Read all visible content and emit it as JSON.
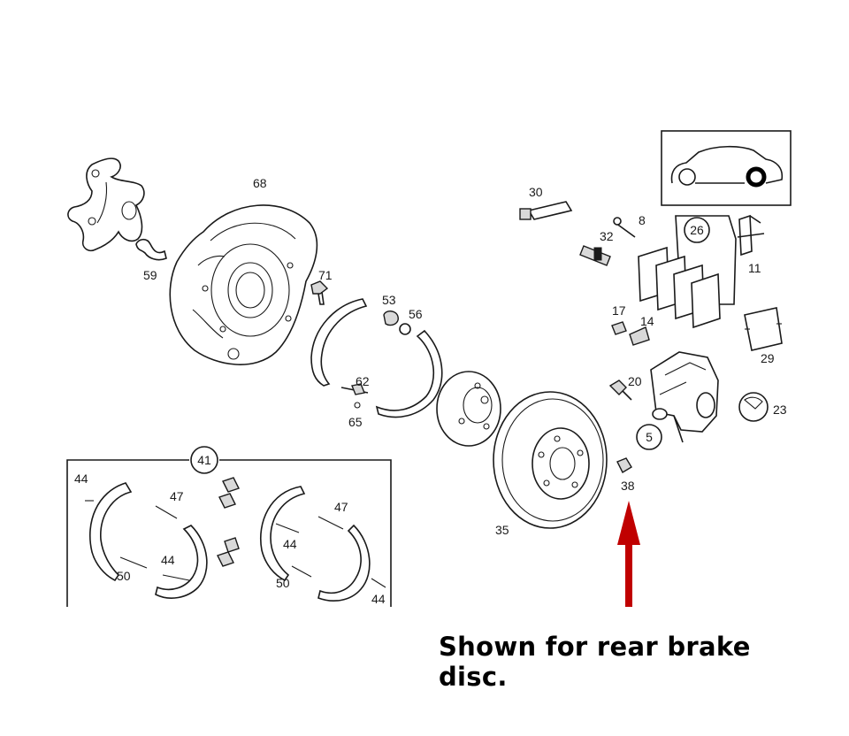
{
  "caption": "Shown for rear brake disc.",
  "callouts": {
    "c68": "68",
    "c59": "59",
    "c71": "71",
    "c53": "53",
    "c56": "56",
    "c62": "62",
    "c65": "65",
    "c30": "30",
    "c8": "8",
    "c32": "32",
    "c26": "26",
    "c11": "11",
    "c17": "17",
    "c14": "14",
    "c29": "29",
    "c20": "20",
    "c23": "23",
    "c5": "5",
    "c38": "38",
    "c35": "35",
    "c41": "41",
    "c44a": "44",
    "c47a": "47",
    "c44b": "44",
    "c50a": "50",
    "c47b": "47",
    "c44c": "44",
    "c50b": "50",
    "c44d": "44"
  },
  "colors": {
    "arrow": "#c00000",
    "line": "#1a1a1a"
  }
}
